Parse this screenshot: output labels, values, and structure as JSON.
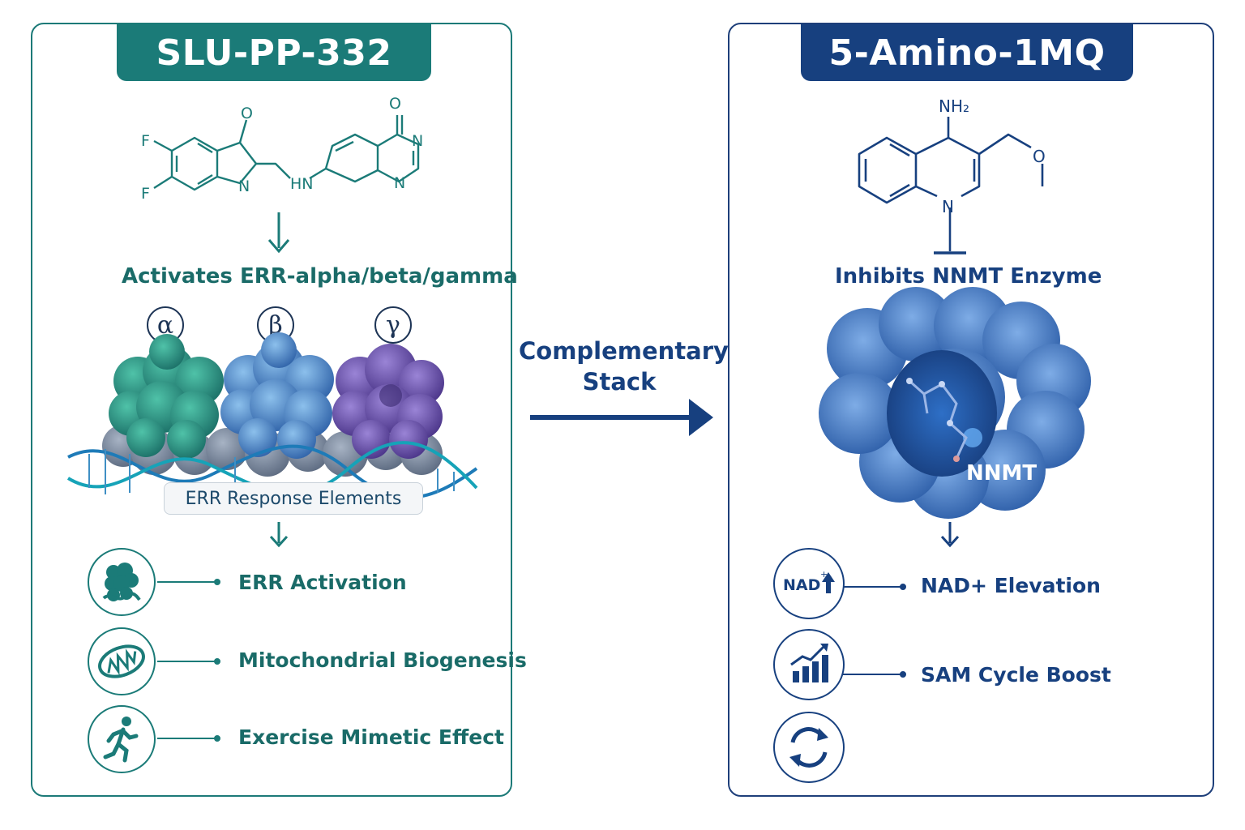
{
  "left": {
    "title": "SLU-PP-332",
    "molecule_atoms": {
      "o1": "O",
      "o2": "O",
      "f1": "F",
      "f2": "F",
      "n1": "N",
      "hn": "HN",
      "n2": "N",
      "n3": "N"
    },
    "action": "Activates ERR-alpha/beta/gamma",
    "greek": [
      "α",
      "β",
      "γ"
    ],
    "dna_badge": "ERR Response Elements",
    "effects": [
      {
        "label": "ERR Activation",
        "icon": "protein-icon"
      },
      {
        "label": "Mitochondrial Biogenesis",
        "icon": "mitochondria-icon"
      },
      {
        "label": "Exercise Mimetic Effect",
        "icon": "running-person-icon"
      }
    ]
  },
  "center": {
    "line1": "Complementary",
    "line2": "Stack"
  },
  "right": {
    "title": "5-Amino-1MQ",
    "molecule_atoms": {
      "nh2": "NH₂",
      "n": "N",
      "o": "O"
    },
    "action": "Inhibits NNMT Enzyme",
    "protein_label": "NNMT",
    "effects": [
      {
        "label": "NAD+ Elevation",
        "icon": "nad-up-icon",
        "icon_text": "NAD"
      },
      {
        "label": "SAM Cycle Boost",
        "icon": "bar-chart-up-icon"
      },
      {
        "label": "",
        "icon": "cycle-arrows-icon"
      }
    ]
  },
  "colors": {
    "teal": "#1b7b78",
    "navy": "#17407f",
    "green_protein": "#2a9a86",
    "blue_protein": "#4a86c8",
    "purple_protein": "#6a52a8"
  }
}
